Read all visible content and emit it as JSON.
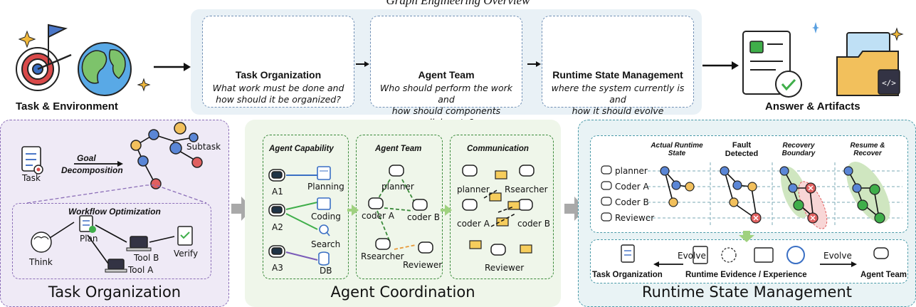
{
  "title": "Graph Engineering Overview",
  "top": {
    "left_label": "Task & Environment",
    "right_label": "Answer & Artifacts",
    "boxes": [
      {
        "title": "Task Organization",
        "desc1": "What work must be done and",
        "desc2": "how should it be organized?"
      },
      {
        "title": "Agent Team",
        "desc1": "Who should perform the work and",
        "desc2": "how should components collaborate?"
      },
      {
        "title": "Runtime State Management",
        "desc1": "where the system currently is and",
        "desc2": "how it should evolve"
      }
    ]
  },
  "panel1": {
    "title": "Task Organization",
    "task": "Task",
    "goal": "Goal",
    "decomposition": "Decomposition",
    "subtask": "Subtask",
    "workflow": "Workflow Optimization",
    "think": "Think",
    "plan": "Plan",
    "tool_a": "Tool A",
    "tool_b": "Tool B",
    "verify": "Verify"
  },
  "panel2": {
    "title": "Agent Coordination",
    "capability": {
      "heading": "Agent Capability",
      "agents": [
        "A1",
        "A2",
        "A3"
      ],
      "skills": [
        "Planning",
        "Coding",
        "Search",
        "DB"
      ]
    },
    "team": {
      "heading": "Agent Team",
      "nodes": [
        "planner",
        "coder A",
        "coder B",
        "Rsearcher",
        "Reviewer"
      ]
    },
    "communication": {
      "heading": "Communication",
      "nodes": [
        "planner",
        "Rsearcher",
        "coder A",
        "coder B",
        "Reviewer"
      ]
    }
  },
  "panel3": {
    "title": "Runtime State Management",
    "columns": [
      "Actual Runtime State",
      "Fault Detected",
      "Recovery Boundary",
      "Resume & Recover"
    ],
    "rows": [
      "planner",
      "Coder A",
      "Coder B",
      "Reviewer"
    ],
    "evolve": "Evolve",
    "task_org": "Task Organization",
    "evidence": "Runtime Evidence / Experience",
    "agent_team": "Agent Team"
  },
  "colors": {
    "blue": "#5a86d6",
    "gold": "#f2c05c",
    "red": "#e06060",
    "green": "#3fae4a",
    "purple_bg": "#efeaf6",
    "green_bg": "#eff6ea",
    "teal_bg": "#e9f3f5"
  }
}
